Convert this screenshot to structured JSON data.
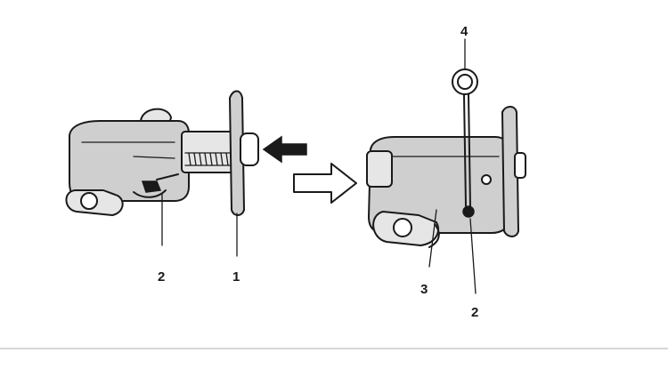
{
  "callouts": {
    "left_pin": "2",
    "left_rod": "1",
    "right_pin": "2",
    "right_body": "3",
    "right_tool": "4"
  },
  "colors": {
    "line": "#1a1a1a",
    "shading": "#cfcfcf",
    "background": "#ffffff",
    "divider": "#bdbdbd"
  }
}
